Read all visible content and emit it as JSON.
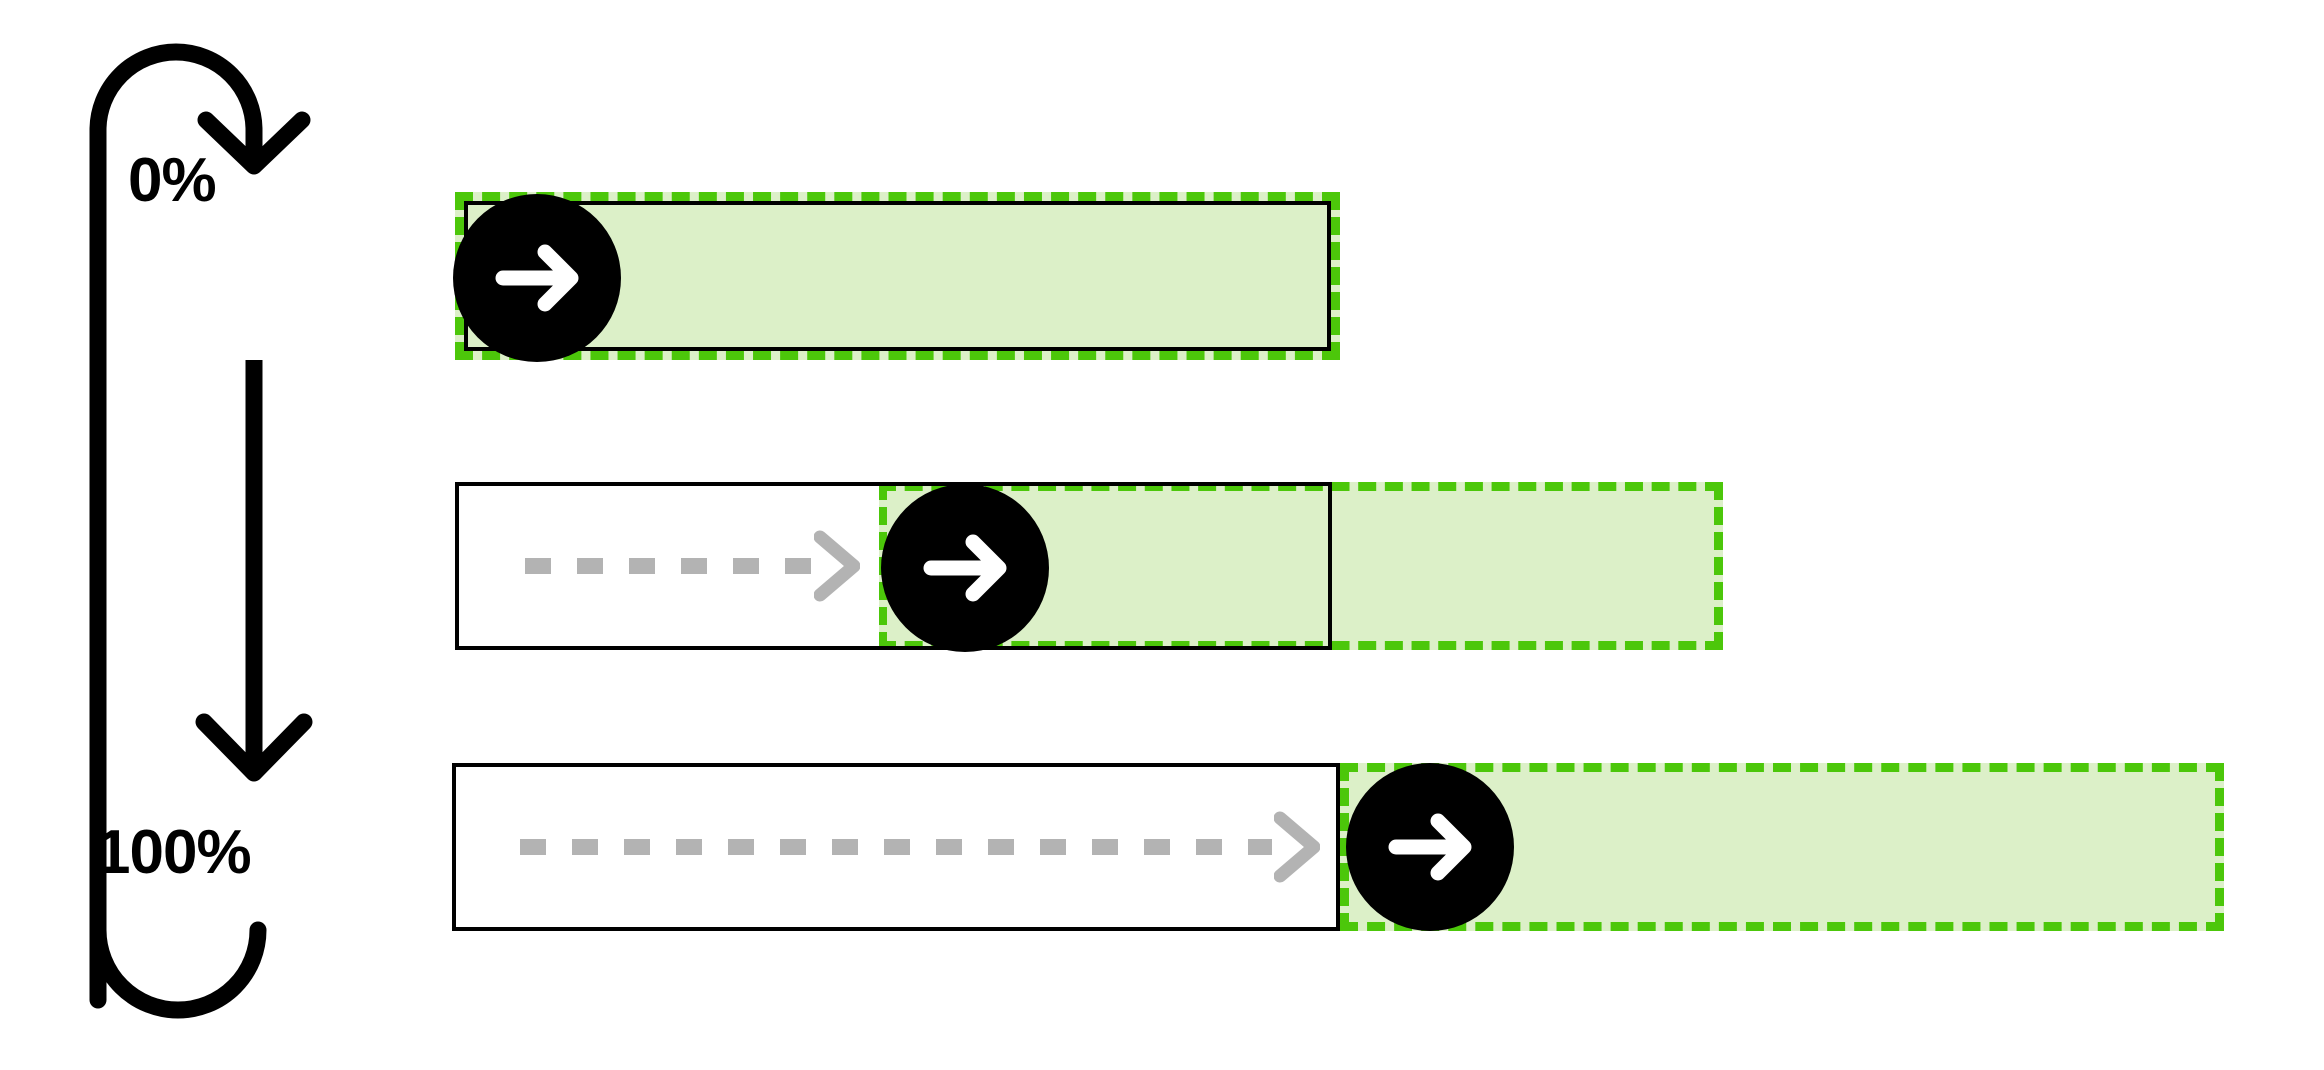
{
  "diagram": {
    "title": "",
    "cycle": {
      "top_label": "0%",
      "bottom_label": "100%",
      "arrow_icon": "cycle-down-arrow",
      "color": "#000000"
    },
    "colors": {
      "green_fill": "#dcf0c8",
      "green_dash": "#4cc70a",
      "outline": "#000000",
      "ghost": "#b3b3b3",
      "knob": "#000000",
      "knob_glyph": "#ffffff"
    },
    "rows": [
      {
        "name": "row-0-percent",
        "progress_percent": 0,
        "knob_icon": "arrow-right-icon",
        "has_ghost_track": false,
        "green_region": "full-row",
        "outline_style": "solid"
      },
      {
        "name": "row-mid-percent",
        "progress_percent": 50,
        "knob_icon": "arrow-right-icon",
        "has_ghost_track": true,
        "green_region": "offset-right",
        "outline_style": "solid"
      },
      {
        "name": "row-100-percent",
        "progress_percent": 100,
        "knob_icon": "arrow-right-icon",
        "has_ghost_track": true,
        "green_region": "offset-right",
        "outline_style": "solid"
      }
    ]
  }
}
